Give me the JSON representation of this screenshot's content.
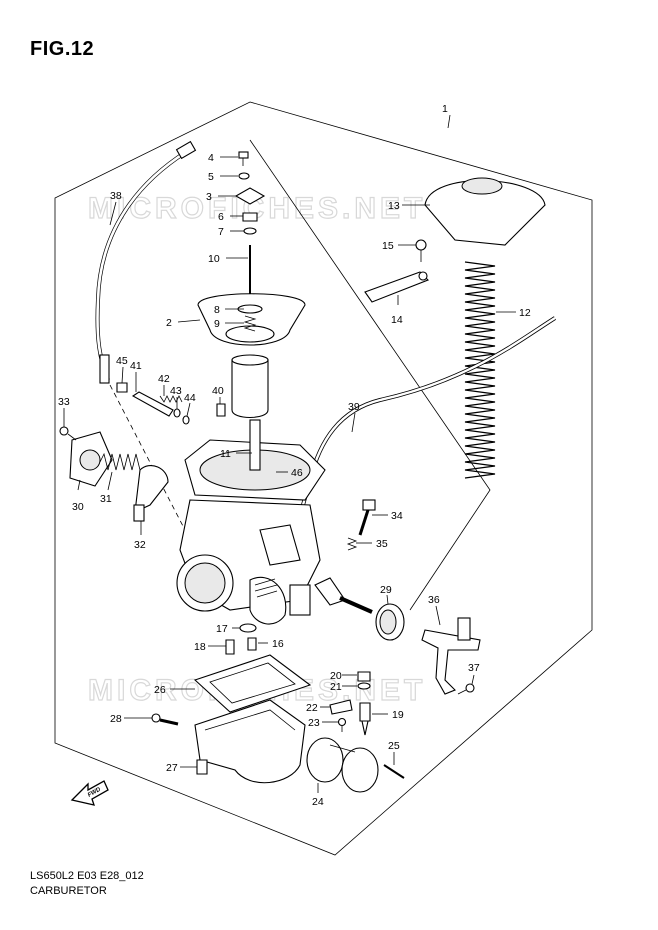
{
  "figure": {
    "title": "FIG.12",
    "code": "LS650L2 E03 E28_012",
    "name": "CARBURETOR"
  },
  "watermark": {
    "text": "MICROFICHES.NET"
  },
  "fwd_marker": {
    "text": "FWD"
  },
  "callouts": [
    {
      "id": "c1",
      "label": "1"
    },
    {
      "id": "c2",
      "label": "2"
    },
    {
      "id": "c3",
      "label": "3"
    },
    {
      "id": "c4",
      "label": "4"
    },
    {
      "id": "c5",
      "label": "5"
    },
    {
      "id": "c6",
      "label": "6"
    },
    {
      "id": "c7",
      "label": "7"
    },
    {
      "id": "c8",
      "label": "8"
    },
    {
      "id": "c9",
      "label": "9"
    },
    {
      "id": "c10",
      "label": "10"
    },
    {
      "id": "c11",
      "label": "11"
    },
    {
      "id": "c12",
      "label": "12"
    },
    {
      "id": "c13",
      "label": "13"
    },
    {
      "id": "c14",
      "label": "14"
    },
    {
      "id": "c15",
      "label": "15"
    },
    {
      "id": "c16",
      "label": "16"
    },
    {
      "id": "c17",
      "label": "17"
    },
    {
      "id": "c18",
      "label": "18"
    },
    {
      "id": "c19",
      "label": "19"
    },
    {
      "id": "c20",
      "label": "20"
    },
    {
      "id": "c21",
      "label": "21"
    },
    {
      "id": "c22",
      "label": "22"
    },
    {
      "id": "c23",
      "label": "23"
    },
    {
      "id": "c24",
      "label": "24"
    },
    {
      "id": "c25",
      "label": "25"
    },
    {
      "id": "c26",
      "label": "26"
    },
    {
      "id": "c27",
      "label": "27"
    },
    {
      "id": "c28",
      "label": "28"
    },
    {
      "id": "c29",
      "label": "29"
    },
    {
      "id": "c30",
      "label": "30"
    },
    {
      "id": "c31",
      "label": "31"
    },
    {
      "id": "c32",
      "label": "32"
    },
    {
      "id": "c33",
      "label": "33"
    },
    {
      "id": "c34",
      "label": "34"
    },
    {
      "id": "c35",
      "label": "35"
    },
    {
      "id": "c36",
      "label": "36"
    },
    {
      "id": "c37",
      "label": "37"
    },
    {
      "id": "c38",
      "label": "38"
    },
    {
      "id": "c39",
      "label": "39"
    },
    {
      "id": "c40",
      "label": "40"
    },
    {
      "id": "c41",
      "label": "41"
    },
    {
      "id": "c42",
      "label": "42"
    },
    {
      "id": "c43",
      "label": "43"
    },
    {
      "id": "c44",
      "label": "44"
    },
    {
      "id": "c45",
      "label": "45"
    },
    {
      "id": "c46",
      "label": "46"
    }
  ]
}
